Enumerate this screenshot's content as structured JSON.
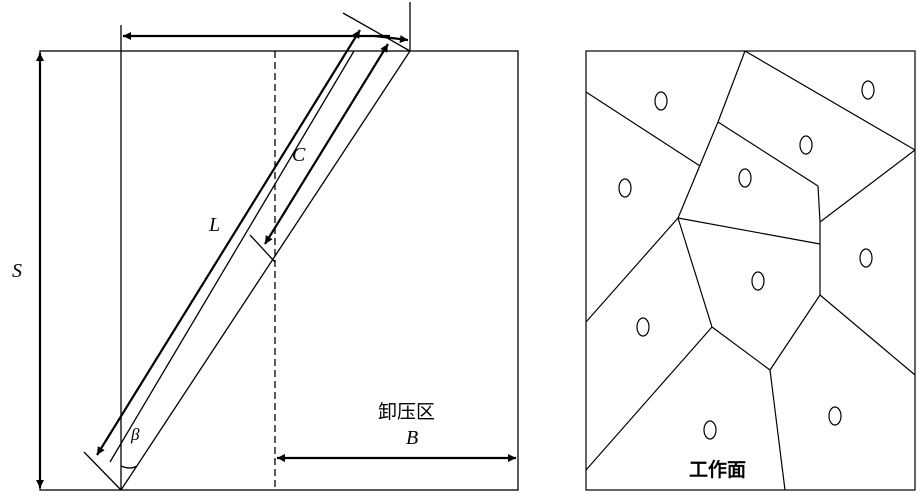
{
  "labels": {
    "S": "S",
    "L": "L",
    "C": "C",
    "beta": "β",
    "B": "B"
  },
  "zone_label": "卸压区",
  "face_label": "工作面",
  "colors": {
    "line": "#000000",
    "background": "#ffffff"
  }
}
